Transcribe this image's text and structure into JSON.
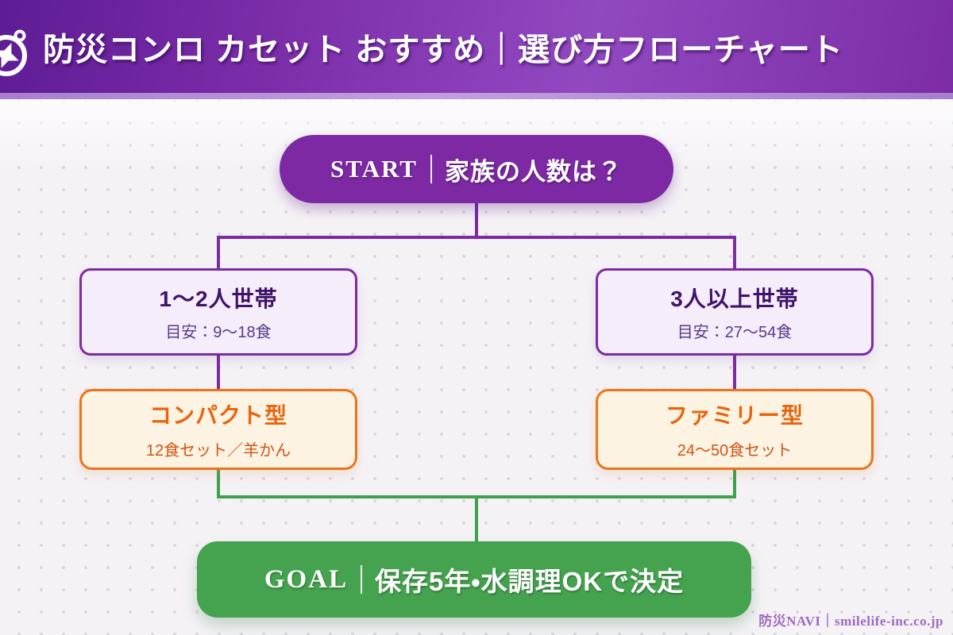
{
  "header": {
    "title": "防災コンロ カセット おすすめ｜選び方フローチャート",
    "icon": "compass-icon"
  },
  "flowchart": {
    "start": {
      "prefix": "START",
      "separator": "｜",
      "label": "家族の人数は？"
    },
    "branches": [
      {
        "household": {
          "title": "1〜2人世帯",
          "subtitle": "目安：9〜18食"
        },
        "recommendation": {
          "title": "コンパクト型",
          "subtitle": "12食セット／羊かん"
        }
      },
      {
        "household": {
          "title": "3人以上世帯",
          "subtitle": "目安：27〜54食"
        },
        "recommendation": {
          "title": "ファミリー型",
          "subtitle": "24〜50食セット"
        }
      }
    ],
    "goal": {
      "prefix": "GOAL",
      "separator": "｜",
      "label": "保存5年・水調理OKで決定"
    }
  },
  "footer": {
    "credit": "防災NAVI｜smilelife-inc.co.jp"
  },
  "colors": {
    "header_gradient": [
      "#5e1c95",
      "#9149c0",
      "#7c2da6"
    ],
    "header_stripe": "#b894d4",
    "primary_purple": "#7d2ba3",
    "start_pill_bg": "#7c29a3",
    "branch_box_bg": "#f6edfb",
    "branch_title_text": "#3f1468",
    "branch_subtitle_text": "#56398c",
    "accent_orange": "#ee7418",
    "result_box_bg": "#fdf3e2",
    "result_title_text": "#e7650e",
    "goal_green": "#45a24f",
    "connector_green": "#3ea24b",
    "footer_text": "#9c6ac2",
    "canvas_bg": "#f5f2f6"
  }
}
